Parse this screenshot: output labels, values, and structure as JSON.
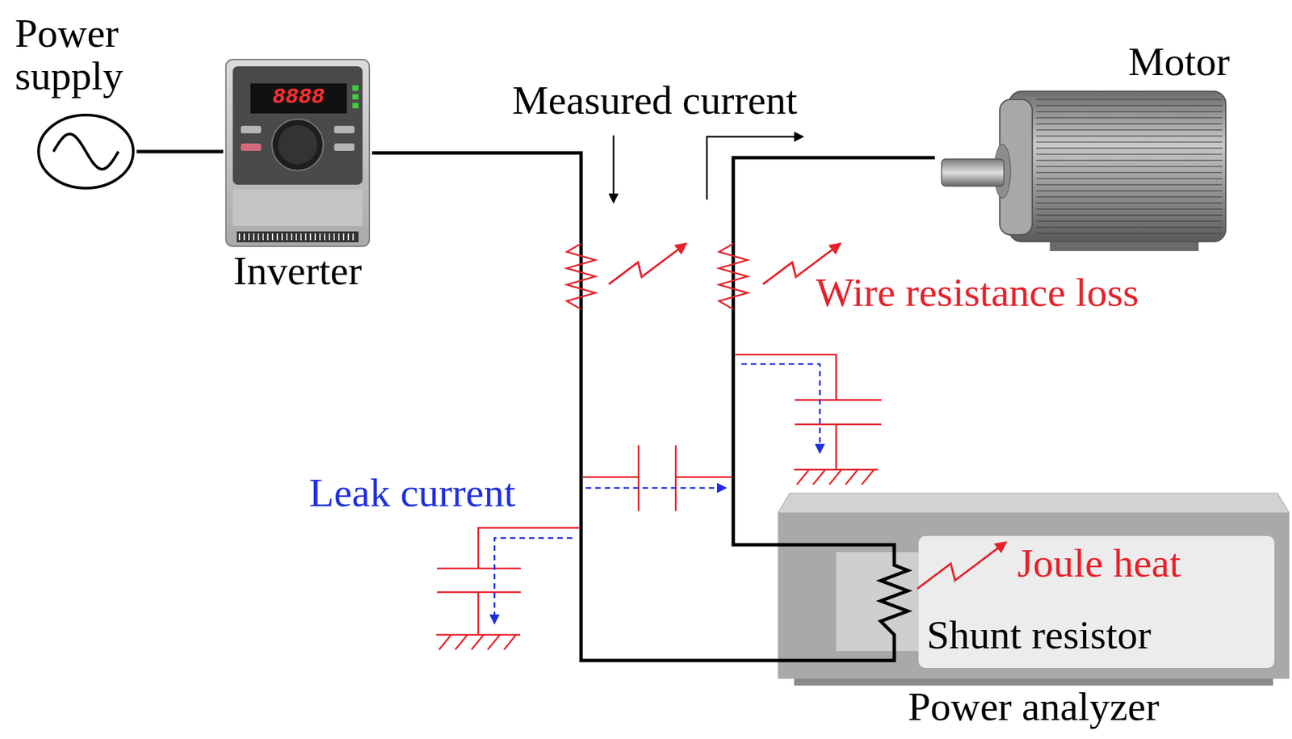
{
  "diagram": {
    "nodes": [
      {
        "text": [
          "Power supply"
        ]
      },
      {
        "text": [
          "Inverter"
        ]
      },
      {
        "text": [
          "Motor"
        ]
      },
      {
        "text": [
          "Power analyzer"
        ]
      }
    ],
    "edges": [
      {
        "from": 0,
        "to": 1,
        "arrow": "none"
      },
      {
        "from": 1,
        "to": 3,
        "arrow": "none"
      },
      {
        "from": 3,
        "to": 2,
        "arrow": "none"
      }
    ],
    "labels": [
      "8888",
      "Measured current",
      "Wire resistance loss",
      "Leak current",
      "Joule heat",
      "Shunt resistor"
    ]
  }
}
